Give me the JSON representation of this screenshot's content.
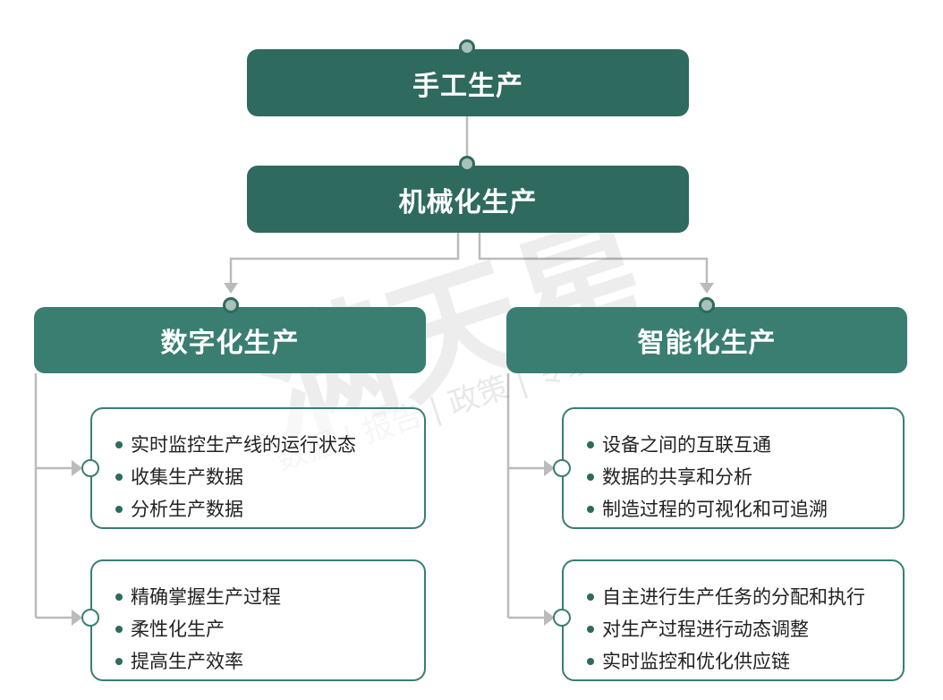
{
  "watermark": {
    "main": "满天星",
    "sub": "数据 | 报告 | 政策 | 专家"
  },
  "stages": [
    {
      "title": "手工生产"
    },
    {
      "title": "机械化生产"
    },
    {
      "title": "数字化生产",
      "groups": [
        {
          "items": [
            "实时监控生产线的运行状态",
            "收集生产数据",
            "分析生产数据"
          ]
        },
        {
          "items": [
            "精确掌握生产过程",
            "柔性化生产",
            "提高生产效率"
          ]
        }
      ]
    },
    {
      "title": "智能化生产",
      "groups": [
        {
          "items": [
            "设备之间的互联互通",
            "数据的共享和分析",
            "制造过程的可视化和可追溯"
          ]
        },
        {
          "items": [
            "自主进行生产任务的分配和执行",
            "对生产过程进行动态调整",
            "实时监控和优化供应链"
          ]
        }
      ]
    }
  ],
  "colors": {
    "dark": "#2e6a5d",
    "mid": "#3a7e71",
    "connector": "#bbbbbb"
  }
}
